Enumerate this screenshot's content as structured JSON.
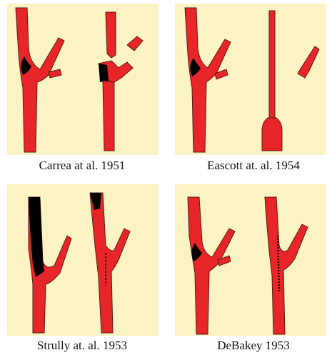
{
  "colors": {
    "panel_bg": "#fbf3c4",
    "vessel": "#e8262a",
    "plaque": "#000000",
    "outline": "#5a1a10"
  },
  "panels": [
    {
      "caption": "Carrea at al. 1951"
    },
    {
      "caption": "Eascott at. al. 1954"
    },
    {
      "caption": "Strully at. al. 1953"
    },
    {
      "caption": "DeBakey  1953"
    }
  ]
}
